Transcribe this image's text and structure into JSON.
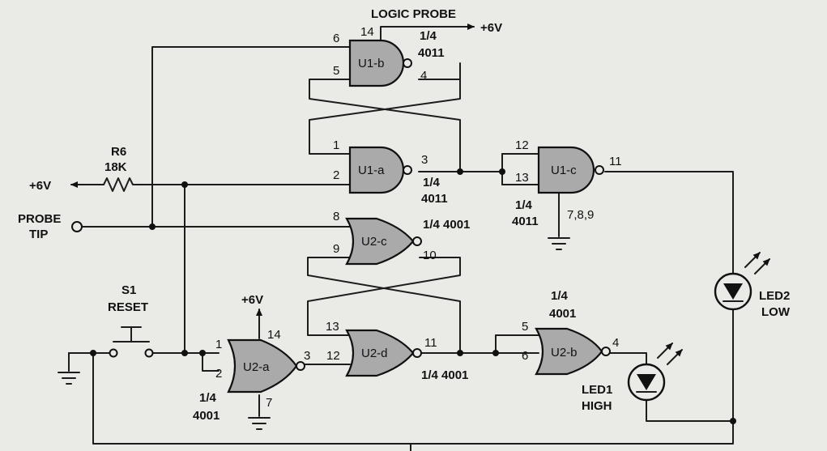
{
  "title": "LOGIC PROBE",
  "supply": "+6V",
  "resistor": {
    "ref": "R6",
    "value": "18K"
  },
  "probe": {
    "line1": "PROBE",
    "line2": "TIP"
  },
  "switch": {
    "ref": "S1",
    "name": "RESET"
  },
  "gates": {
    "u1b": "U1-b",
    "u1a": "U1-a",
    "u1c": "U1-c",
    "u2c": "U2-c",
    "u2d": "U2-d",
    "u2a": "U2-a",
    "u2b": "U2-b"
  },
  "parts": {
    "quarter": "1/4",
    "nand_ic": "4011",
    "nor_ic": "4001",
    "nor_label": "1/4 4001"
  },
  "pins": {
    "p14_top": "14",
    "p6": "6",
    "p5": "5",
    "p4": "4",
    "p1": "1",
    "p2": "2",
    "p3": "3",
    "p12": "12",
    "p13": "13",
    "p11": "11",
    "p789": "7,8,9",
    "p8": "8",
    "p9": "9",
    "p10": "10",
    "d13": "13",
    "d12": "12",
    "d11": "11",
    "a1": "1",
    "a2": "2",
    "a3": "3",
    "a14": "14",
    "a7": "7",
    "b5": "5",
    "b6": "6",
    "b4": "4"
  },
  "leds": {
    "led1": {
      "ref": "LED1",
      "label": "HIGH"
    },
    "led2": {
      "ref": "LED2",
      "label": "LOW"
    }
  }
}
